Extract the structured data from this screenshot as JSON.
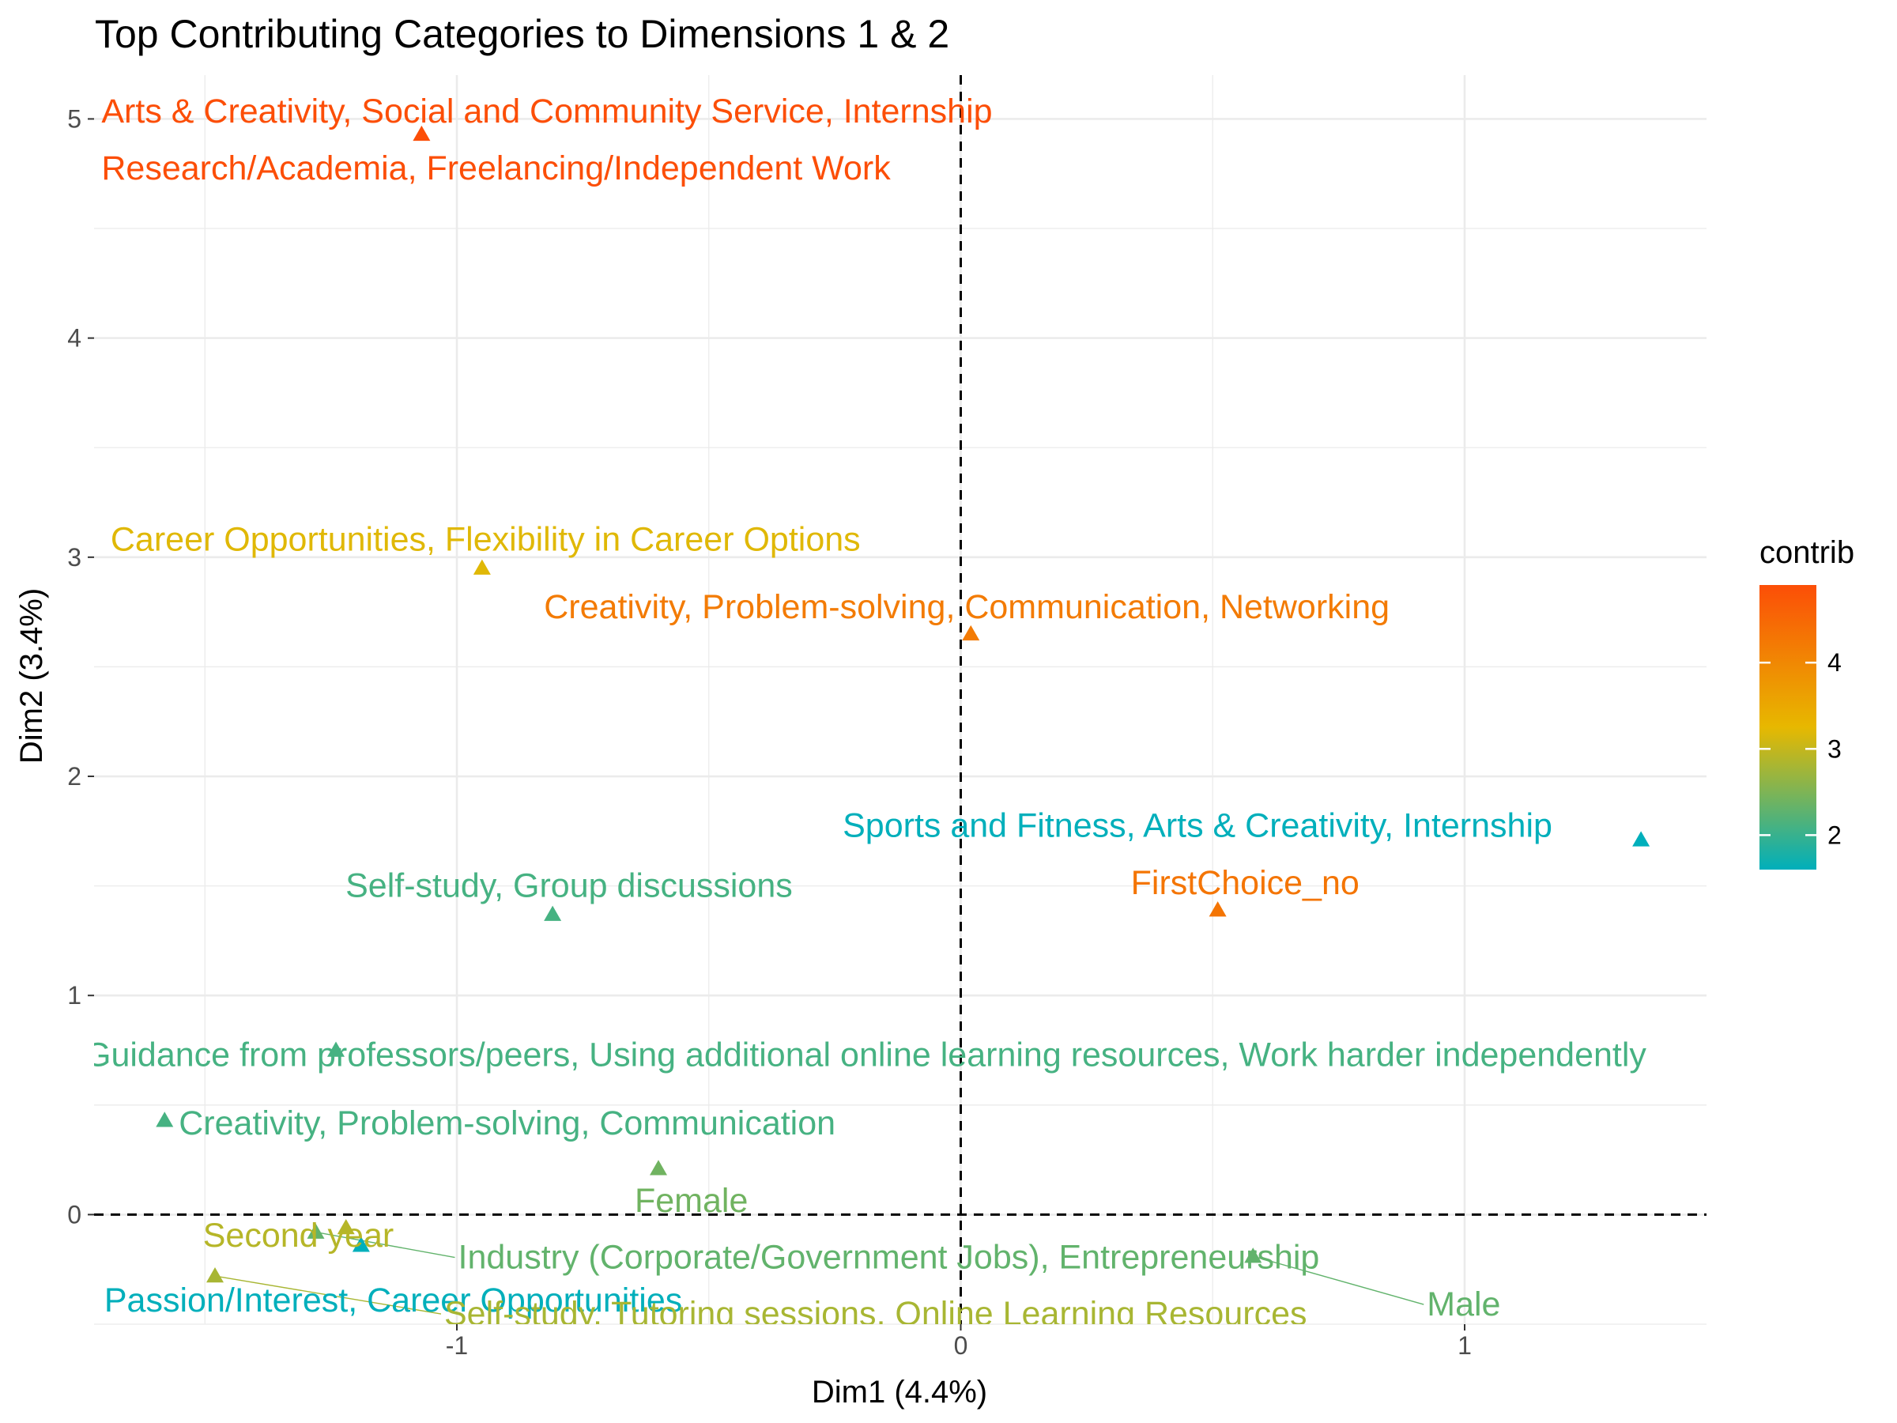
{
  "chart_data": {
    "type": "scatter",
    "title": "Top Contributing Categories to Dimensions 1 & 2",
    "xlabel": "Dim1 (4.4%)",
    "ylabel": "Dim2 (3.4%)",
    "xlim": [
      -1.72,
      1.48
    ],
    "ylim": [
      -0.5,
      5.2
    ],
    "x_ticks": [
      -1,
      0,
      1
    ],
    "x_tick_labels": [
      "-1",
      "0",
      "1"
    ],
    "y_ticks": [
      0,
      1,
      2,
      3,
      4,
      5
    ],
    "y_tick_labels": [
      "0",
      "1",
      "2",
      "3",
      "4",
      "5"
    ],
    "grid": true,
    "reference_lines": {
      "x": 0,
      "y": 0,
      "style": "dashed"
    },
    "legend": {
      "title": "contrib",
      "placement": "right",
      "ticks": [
        2,
        3,
        4
      ],
      "range": [
        1.6,
        4.9
      ]
    },
    "points": [
      {
        "label": "Arts & Creativity, Social and Community Service, Internship\nResearch/Academia, Freelancing/Independent Work",
        "x": -1.07,
        "y": 4.93,
        "contrib": 4.9
      },
      {
        "label": "Career Opportunities, Flexibility in Career Options",
        "x": -0.95,
        "y": 2.95,
        "contrib": 3.2
      },
      {
        "label": "Creativity, Problem-solving, Communication, Networking",
        "x": 0.02,
        "y": 2.65,
        "contrib": 4.2
      },
      {
        "label": "Sports and Fitness, Arts & Creativity, Internship",
        "x": 1.35,
        "y": 1.71,
        "contrib": 1.6
      },
      {
        "label": "FirstChoice_no",
        "x": 0.51,
        "y": 1.39,
        "contrib": 4.3
      },
      {
        "label": "Self-study, Group discussions",
        "x": -0.81,
        "y": 1.37,
        "contrib": 2.1
      },
      {
        "label": "Guidance from professors/peers, Using additional online learning resources, Work harder independently",
        "x": -1.24,
        "y": 0.75,
        "contrib": 2.1
      },
      {
        "label": "Creativity, Problem-solving, Communication",
        "x": -1.58,
        "y": 0.43,
        "contrib": 2.1
      },
      {
        "label": "Female",
        "x": -0.6,
        "y": 0.21,
        "contrib": 2.4
      },
      {
        "label": "Second year",
        "x": -1.22,
        "y": -0.06,
        "contrib": 2.9
      },
      {
        "label": "Industry (Corporate/Government Jobs), Entrepreneurship",
        "x": -1.28,
        "y": -0.08,
        "contrib": 2.3
      },
      {
        "label": "Passion/Interest, Career Opportunities",
        "x": -1.19,
        "y": -0.14,
        "contrib": 1.6
      },
      {
        "label": "Male",
        "x": 0.58,
        "y": -0.19,
        "contrib": 2.3
      },
      {
        "label": "Self-study, Tutoring sessions, Online Learning Resources",
        "x": -1.48,
        "y": -0.28,
        "contrib": 2.8
      }
    ]
  }
}
